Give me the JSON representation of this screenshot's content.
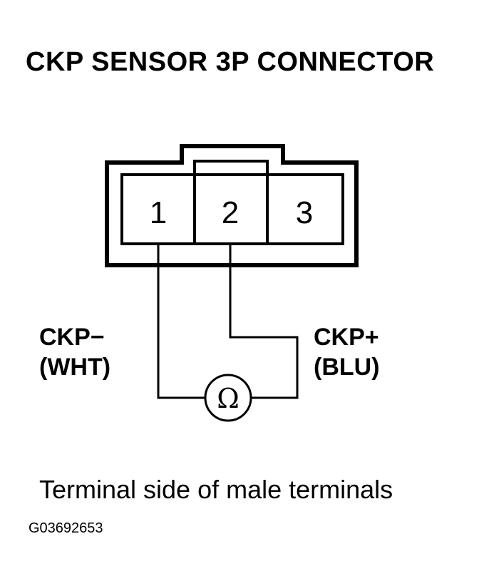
{
  "title": "CKP SENSOR 3P CONNECTOR",
  "connector": {
    "pins": [
      "1",
      "2",
      "3"
    ]
  },
  "wires": {
    "left": {
      "name": "CKP−",
      "color": "(WHT)"
    },
    "right": {
      "name": "CKP+",
      "color": "(BLU)"
    }
  },
  "meter_symbol": "Ω",
  "caption": "Terminal side of male terminals",
  "figure_id": "G03692653"
}
